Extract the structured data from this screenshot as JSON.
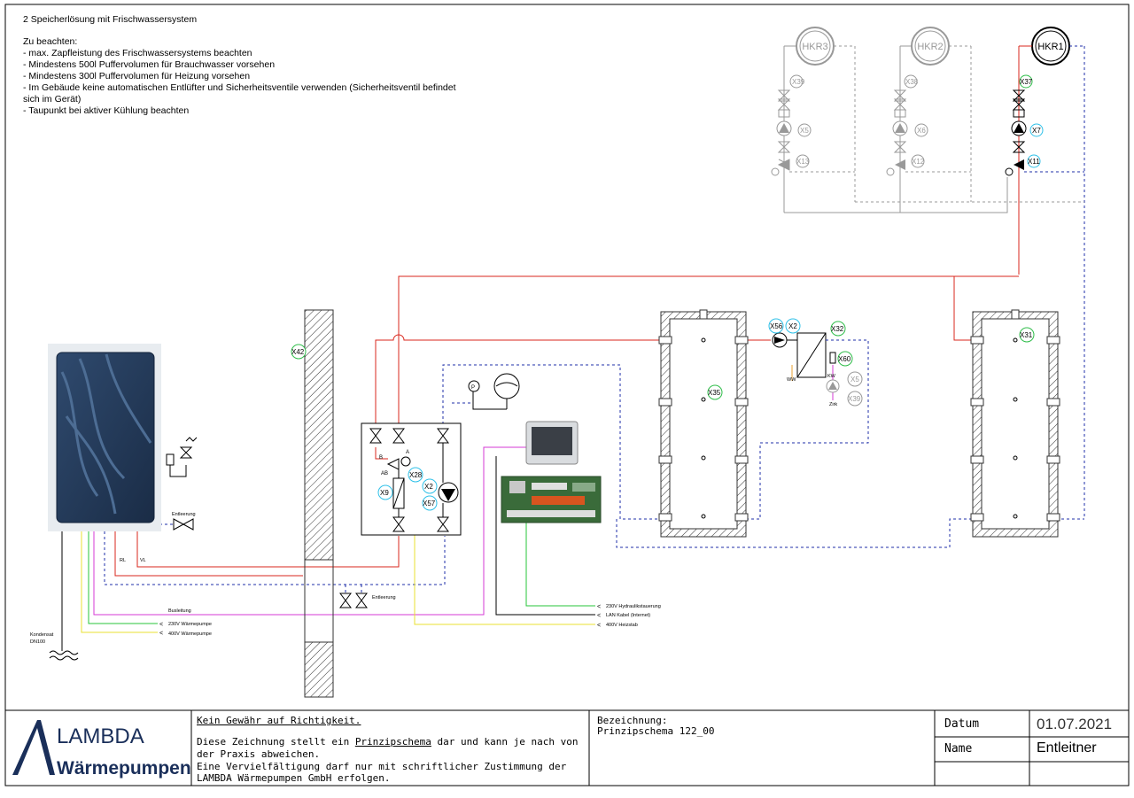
{
  "notes": {
    "title": "2 Speicherlösung mit Frischwassersystem",
    "heading": "Zu beachten:",
    "items": [
      "- max. Zapfleistung des Frischwassersystems beachten",
      "- Mindestens 500l Puffervolumen für Brauchwasser vorsehen",
      "- Mindestens 300l Puffervolumen für Heizung vorsehen",
      "- Im Gebäude keine automatischen Entlüfter und Sicherheitsventile verwenden (Sicherheitsventil befindet",
      "sich im Gerät)",
      "- Taupunkt bei aktiver Kühlung beachten"
    ]
  },
  "circuits": {
    "hkr3": "HKR3",
    "hkr2": "HKR2",
    "hkr1": "HKR1"
  },
  "labels": {
    "x39": "X39",
    "x38": "X38",
    "x37": "X37",
    "x5": "X5",
    "x6": "X6",
    "x7": "X7",
    "x13": "X13",
    "x12": "X12",
    "x11": "X11",
    "x42": "X42",
    "x35": "X35",
    "x31": "X31",
    "x56": "X56",
    "x2": "X2",
    "x32": "X32",
    "x60": "X60",
    "x5b": "X5",
    "x39b": "X39",
    "x28": "X28",
    "x9": "X9",
    "x2b": "X2",
    "x57": "X57",
    "ww": "WW",
    "kw": "KW",
    "zirk": "Zirk",
    "port_b": "B",
    "port_a": "A",
    "port_ab": "AB",
    "p": "P"
  },
  "annotations": {
    "entleerung1": "Entleerung",
    "entleerung2": "Entleerung",
    "rl": "RL",
    "vl": "VL",
    "buslteitung": "Busleitung",
    "w230": "230V Wärmepumpe",
    "w400": "400V Wärmepumpe",
    "kondensat": "Kondensat",
    "dn100": "DN100",
    "hydraulik": "230V Hydraulikstauerung",
    "lan": "LAN Kabel (Internet)",
    "heizstab": "400V Heizstab"
  },
  "titleblock": {
    "logo_lambda": "LAMBDA",
    "logo_sub": "Wärmepumpen",
    "disclaimer_head": "Kein Gewähr auf Richtigkeit.",
    "disclaimer_1a": "Diese Zeichnung stellt ein ",
    "disclaimer_1b": "Prinzipschema",
    "disclaimer_1c": " dar und kann je nach von",
    "disclaimer_2": "der Praxis abweichen.",
    "disclaimer_3": "Eine Vervielfältigung darf nur mit schriftlicher Zustimmung der",
    "disclaimer_4": "LAMBDA Wärmepumpen GmbH erfolgen.",
    "bezeichnung_label": "Bezeichnung:",
    "bezeichnung_value": "Prinzipschema 122_00",
    "datum_label": "Datum",
    "datum_value": "01.07.2021",
    "name_label": "Name",
    "name_value": "Entleitner"
  },
  "colors": {
    "supply": "#d9271c",
    "return": "#1f2fa8",
    "bus": "#d43ad6",
    "power": "#e8e030",
    "power2": "#27c43a",
    "grey": "#8a8a8a",
    "tag_green": "#2ebd49",
    "tag_blue": "#2ec0e8"
  }
}
